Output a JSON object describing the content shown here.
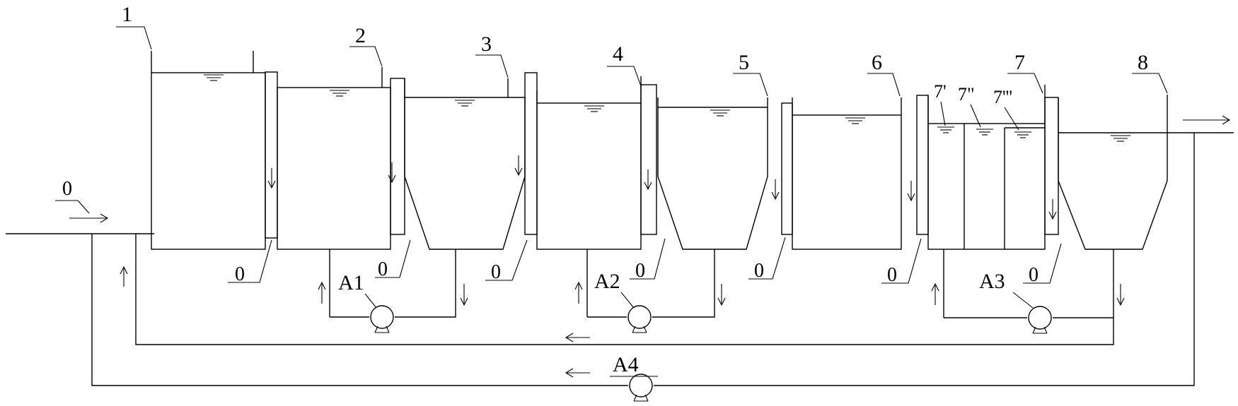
{
  "labels": {
    "tank_1": "1",
    "tank_2": "2",
    "tank_3": "3",
    "tank_4": "4",
    "tank_5": "5",
    "tank_6": "6",
    "tank_7": "7",
    "tank_8": "8",
    "sub_7a": "7'",
    "sub_7b": "7\"",
    "sub_7c": "7'''",
    "inflow": "0",
    "zero": "0",
    "pump_a1": "A1",
    "pump_a2": "A2",
    "pump_a3": "A3",
    "pump_a4": "A4"
  },
  "stroke_color": "#000000",
  "background_color": "#ffffff"
}
